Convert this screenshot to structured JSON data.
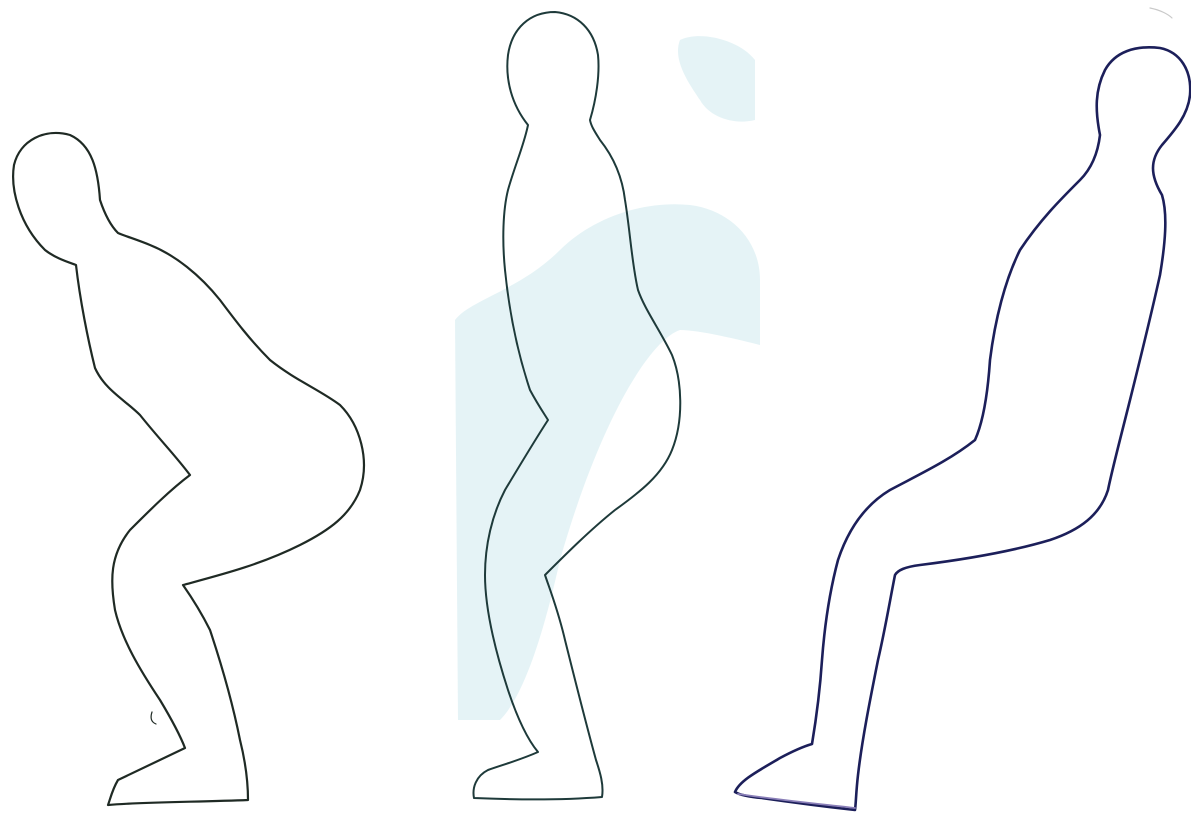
{
  "colors": {
    "background": "#ffffff",
    "wash": "#cfe9ef",
    "outline_left": "#1f2a24",
    "outline_middle": "#1e3a3a",
    "outline_right": "#1c1f5a",
    "foot_right": "#8a7fb8"
  },
  "figures": [
    {
      "id": "figure-left",
      "pose": "deep-squat"
    },
    {
      "id": "figure-middle",
      "pose": "partial-squat"
    },
    {
      "id": "figure-right",
      "pose": "seated-lean-back"
    }
  ]
}
